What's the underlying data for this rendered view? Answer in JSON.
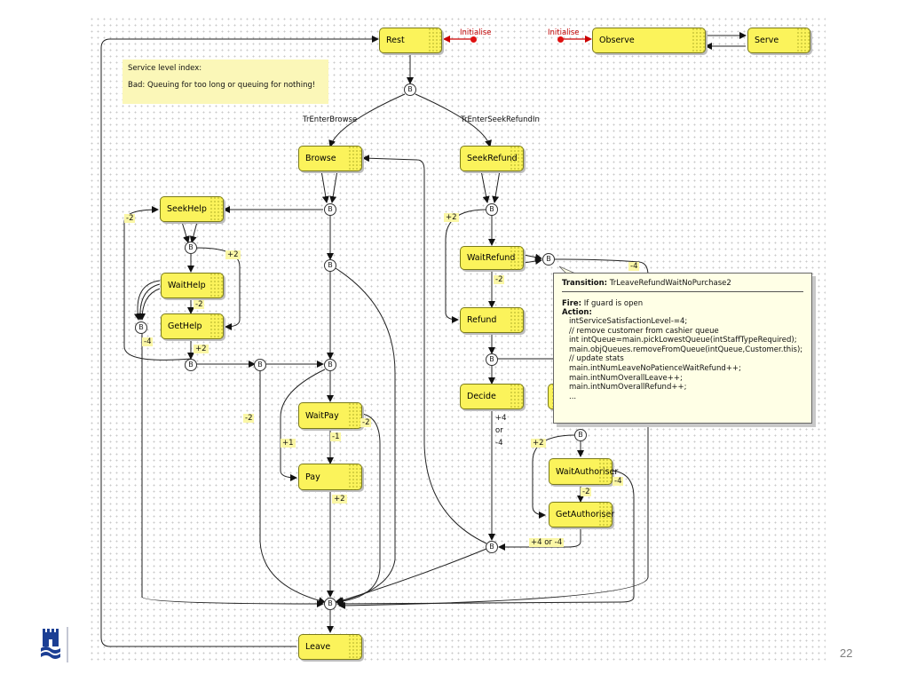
{
  "states": {
    "rest": "Rest",
    "observe": "Observe",
    "serve": "Serve",
    "browse": "Browse",
    "seekrefund": "SeekRefund",
    "seekhelp": "SeekHelp",
    "waithelp": "WaitHelp",
    "gethelp": "GetHelp",
    "waitrefund": "WaitRefund",
    "refund": "Refund",
    "decide": "Decide",
    "waitpay": "WaitPay",
    "pay": "Pay",
    "waitauthoriser": "WaitAuthoriser",
    "getauthoriser": "GetAuthoriser",
    "leave": "Leave"
  },
  "initialise": [
    "Initialise",
    "Initialise"
  ],
  "branch_label": "B",
  "transition_labels": {
    "enter_browse": "TrEnterBrowse",
    "enter_seek_refund": "TrEnterSeekRefundIn"
  },
  "weights": {
    "w1": "-2",
    "w2": "+2",
    "w3": "-2",
    "w4": "-4",
    "w5": "+2",
    "w6": "-2",
    "w7": "+1",
    "w8": "-1",
    "w9": "-2",
    "w10": "+2",
    "w11": "+2",
    "w12": "-2",
    "w13": "-4",
    "w14": "+4",
    "w15": "or",
    "w16": "-4",
    "w17": "+2",
    "w18": "-4",
    "w19": "-2",
    "w20": "+4   or  -4"
  },
  "note": {
    "line1": "Service level index:",
    "line2": "Bad: Queuing for too long or queuing for nothing!"
  },
  "tooltip": {
    "title_key": "Transition:",
    "title_value": "TrLeaveRefundWaitNoPurchase2",
    "fire_key": "Fire:",
    "fire_value": "If guard is open",
    "action_key": "Action:",
    "lines": [
      "intServiceSatisfactionLevel-=4;",
      "// remove customer from cashier queue",
      "int intQueue=main.pickLowestQueue(intStaffTypeRequired);",
      "main.objQueues.removeFromQueue(intQueue,Customer.this);",
      "// update stats",
      "main.intNumLeaveNoPatienceWaitRefund++;",
      "main.intNumOverallLeave++;",
      "main.intNumOverallRefund++;",
      "..."
    ]
  },
  "page_number": "22",
  "colors": {
    "state_fill": "#fbf35b",
    "initialise_red": "#cc0000",
    "logo_blue": "#1c3f94"
  }
}
